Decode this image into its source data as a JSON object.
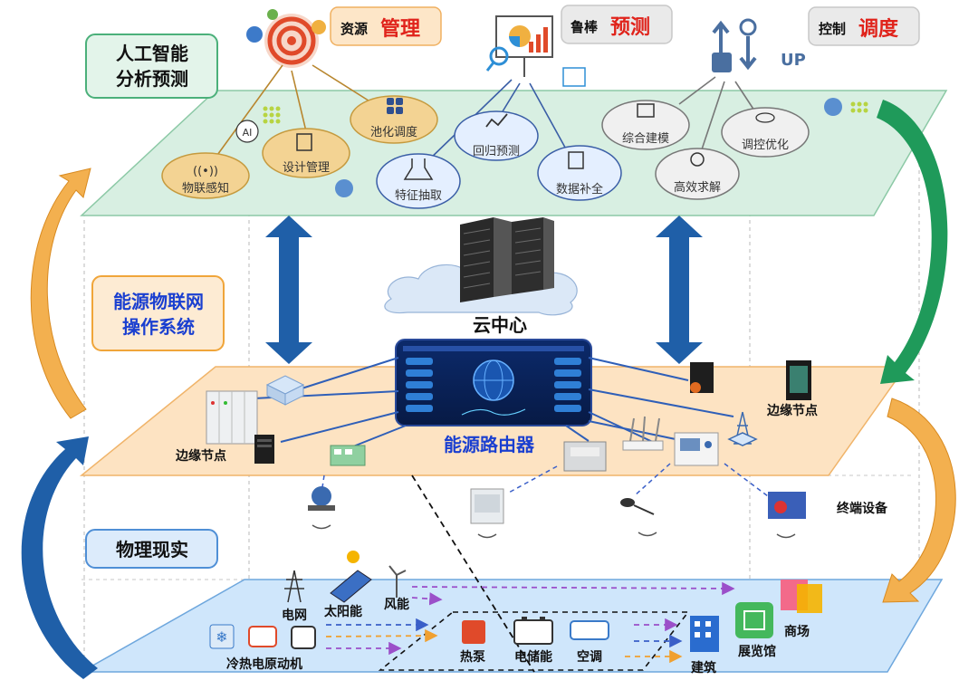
{
  "layers": {
    "ai": {
      "line1": "人工智能",
      "line2": "分析预测"
    },
    "iot": {
      "line1": "能源物联网",
      "line2": "操作系统"
    },
    "physical": {
      "label": "物理现实"
    }
  },
  "top_headings": {
    "resource": {
      "prefix": "资源",
      "emph": "管理"
    },
    "robust": {
      "prefix": "鲁棒",
      "emph": "预测"
    },
    "control": {
      "prefix": "控制",
      "emph": "调度"
    }
  },
  "ai_functions": {
    "iot_sensing": "物联感知",
    "design_mgmt": "设计管理",
    "pool_dispatch": "池化调度",
    "feature_extract": "特征抽取",
    "regression": "回归预测",
    "data_complete": "数据补全",
    "integrated_model": "综合建模",
    "efficient_solve": "高效求解",
    "control_optimize": "调控优化"
  },
  "cloud": {
    "label": "云中心"
  },
  "router": {
    "label": "能源路由器"
  },
  "edge": {
    "left": "边缘节点",
    "right": "边缘节点"
  },
  "terminal": {
    "label": "终端设备"
  },
  "physical_items": {
    "grid": "电网",
    "solar": "太阳能",
    "wind": "风能",
    "chp": "冷热电原动机",
    "heat_pump": "热泵",
    "storage": "电储能",
    "ac": "空调",
    "building": "建筑",
    "exhibition": "展览馆",
    "mall": "商场"
  },
  "badges": {
    "ai_chip": "AI",
    "up_sign": "UP"
  },
  "colors": {
    "top_plane": "#d8efe2",
    "mid_plane": "#fde3c2",
    "bottom_plane": "#cfe6fb",
    "arrow_blue": "#1f5fa8",
    "arrow_green": "#1f9a5a",
    "arrow_orange": "#f0a63c",
    "accent_red": "#e0231b",
    "title_blue": "#1a3fd0"
  }
}
